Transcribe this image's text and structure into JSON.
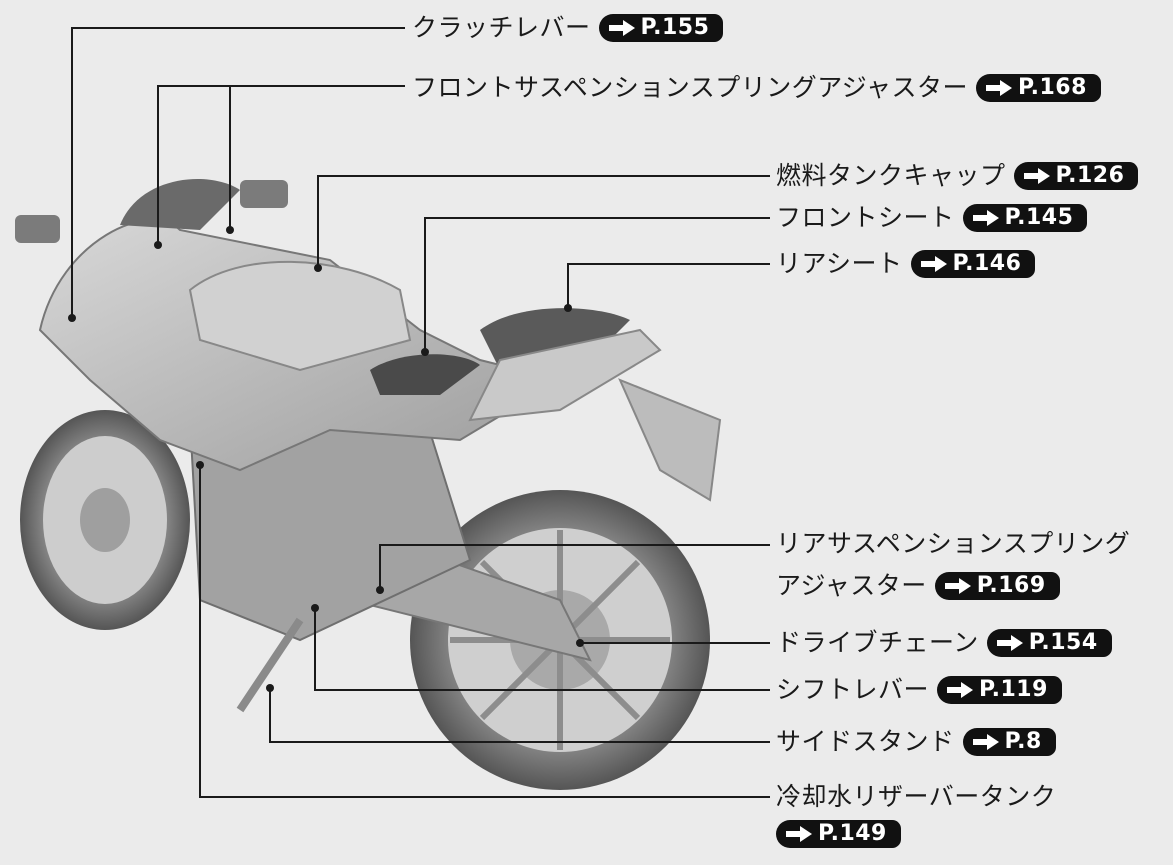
{
  "callouts": [
    {
      "id": "clutch",
      "label": "クラッチレバー",
      "page": "P.155"
    },
    {
      "id": "front-susp",
      "label": "フロントサスペンションスプリングアジャスター",
      "page": "P.168"
    },
    {
      "id": "fuel-cap",
      "label": "燃料タンクキャップ",
      "page": "P.126"
    },
    {
      "id": "front-seat",
      "label": "フロントシート",
      "page": "P.145"
    },
    {
      "id": "rear-seat",
      "label": "リアシート",
      "page": "P.146"
    },
    {
      "id": "rear-susp",
      "label": "リアサスペンションスプリング",
      "label2": "アジャスター",
      "page": "P.169"
    },
    {
      "id": "chain",
      "label": "ドライブチェーン",
      "page": "P.154"
    },
    {
      "id": "shift",
      "label": "シフトレバー",
      "page": "P.119"
    },
    {
      "id": "side-stand",
      "label": "サイドスタンド",
      "page": "P.8"
    },
    {
      "id": "coolant",
      "label": "冷却水リザーバータンク",
      "page": "P.149"
    }
  ],
  "colors": {
    "background": "#ebebeb",
    "line": "#1a1a1a",
    "badge": "#111111",
    "bike": "#b9b9b9"
  }
}
